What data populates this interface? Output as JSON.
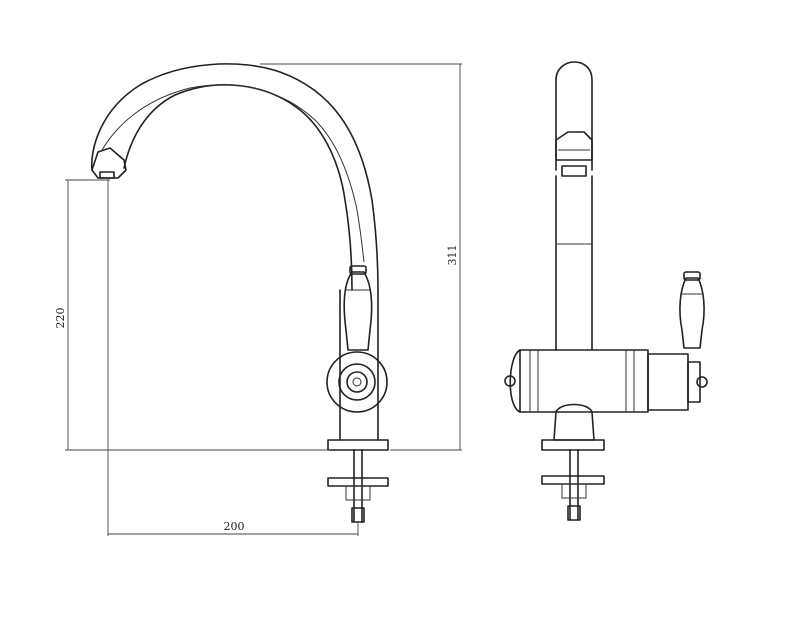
{
  "dimensions": {
    "height_spout": "220",
    "height_total": "311",
    "reach": "200"
  }
}
